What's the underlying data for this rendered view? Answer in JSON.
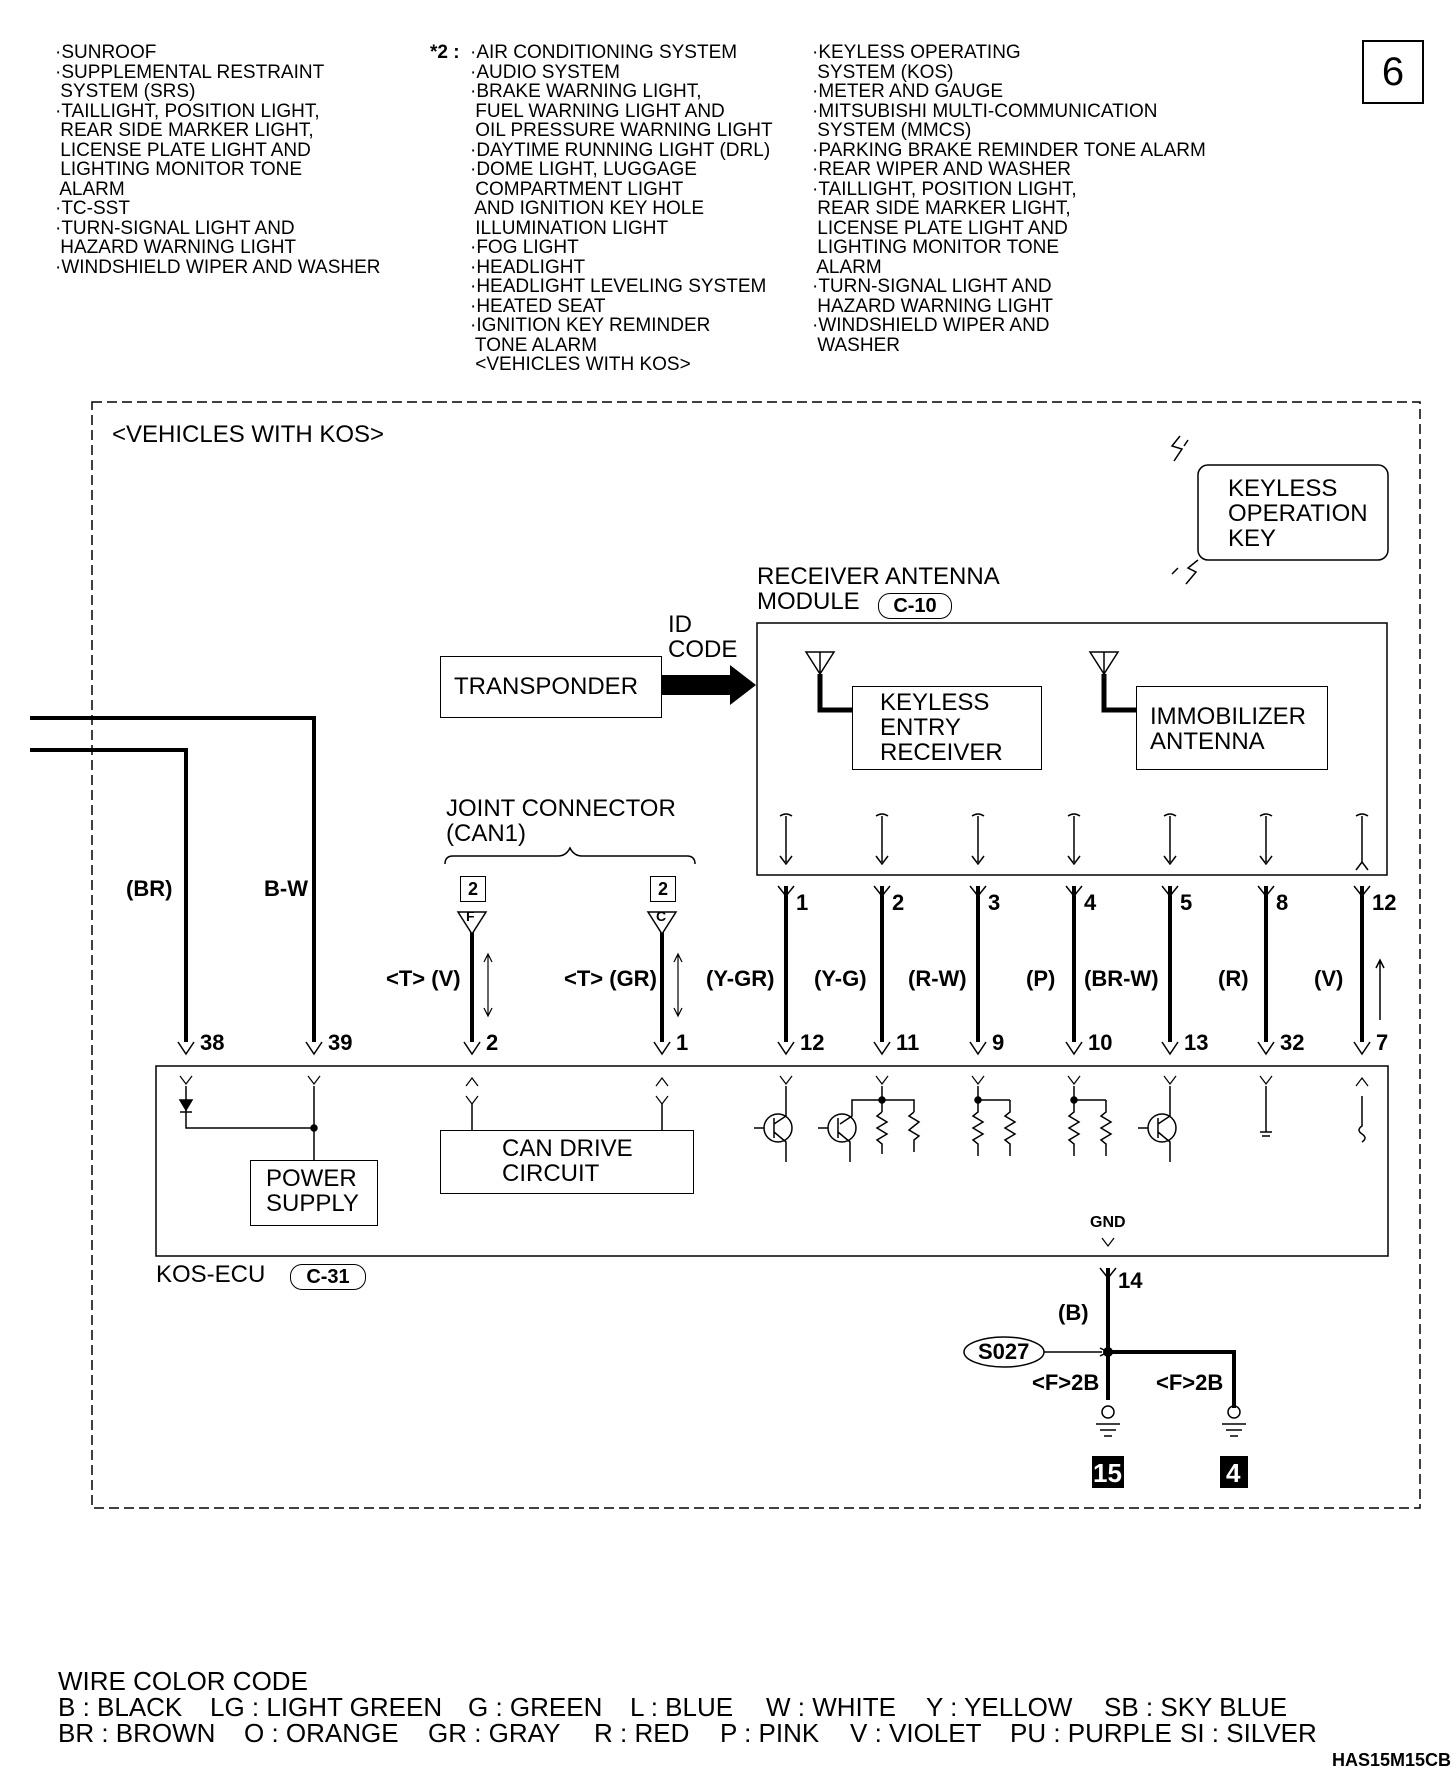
{
  "page_number": "6",
  "header": {
    "col1": [
      "·SUNROOF",
      "·SUPPLEMENTAL RESTRAINT",
      " SYSTEM (SRS)",
      "·TAILLIGHT, POSITION LIGHT,",
      " REAR SIDE MARKER LIGHT,",
      " LICENSE PLATE LIGHT AND",
      " LIGHTING MONITOR TONE",
      " ALARM",
      "·TC-SST",
      "·TURN-SIGNAL LIGHT AND",
      " HAZARD WARNING LIGHT",
      "·WINDSHIELD WIPER AND WASHER"
    ],
    "col2_marker": "*2 :",
    "col2": [
      "·AIR CONDITIONING SYSTEM",
      "·AUDIO SYSTEM",
      "·BRAKE WARNING LIGHT,",
      " FUEL WARNING LIGHT AND",
      " OIL PRESSURE WARNING LIGHT",
      "·DAYTIME RUNNING LIGHT (DRL)",
      "·DOME LIGHT, LUGGAGE",
      " COMPARTMENT LIGHT",
      " AND IGNITION KEY HOLE",
      " ILLUMINATION LIGHT",
      "·FOG LIGHT",
      "·HEADLIGHT",
      "·HEADLIGHT LEVELING SYSTEM",
      "·HEATED SEAT",
      "·IGNITION KEY REMINDER",
      " TONE ALARM",
      " <VEHICLES WITH KOS>"
    ],
    "col3": [
      "·KEYLESS OPERATING",
      " SYSTEM (KOS)",
      "·METER AND GAUGE",
      "·MITSUBISHI MULTI-COMMUNICATION",
      " SYSTEM (MMCS)",
      "·PARKING BRAKE REMINDER TONE ALARM",
      "·REAR WIPER AND WASHER",
      "·TAILLIGHT, POSITION LIGHT,",
      " REAR SIDE MARKER LIGHT,",
      " LICENSE PLATE LIGHT AND",
      " LIGHTING MONITOR TONE",
      " ALARM",
      "·TURN-SIGNAL LIGHT AND",
      " HAZARD WARNING LIGHT",
      "·WINDSHIELD WIPER AND",
      " WASHER"
    ]
  },
  "diagram": {
    "vehicle_label": "<VEHICLES WITH KOS>",
    "keyless_key": [
      "KEYLESS",
      "OPERATION",
      "KEY"
    ],
    "receiver_module": [
      "RECEIVER ANTENNA",
      "MODULE"
    ],
    "receiver_connector": "C-10",
    "id_code": [
      "ID",
      "CODE"
    ],
    "transponder": "TRANSPONDER",
    "keyless_entry_receiver": [
      "KEYLESS",
      "ENTRY",
      "RECEIVER"
    ],
    "immobilizer_antenna": [
      "IMMOBILIZER",
      "ANTENNA"
    ],
    "joint_connector": [
      "JOINT CONNECTOR",
      "(CAN1)"
    ],
    "joint_pins": [
      {
        "num": "2",
        "letter": "F",
        "wire": "<T> (V)",
        "ecu_pin": "2"
      },
      {
        "num": "2",
        "letter": "C",
        "wire": "<T> (GR)",
        "ecu_pin": "1"
      }
    ],
    "left_wires": [
      {
        "color": "(BR)",
        "ecu_pin": "38"
      },
      {
        "color": "B-W",
        "ecu_pin": "39"
      }
    ],
    "module_wires": [
      {
        "rx_pin": "1",
        "color": "(Y-GR)",
        "ecu_pin": "12"
      },
      {
        "rx_pin": "2",
        "color": "(Y-G)",
        "ecu_pin": "11"
      },
      {
        "rx_pin": "3",
        "color": "(R-W)",
        "ecu_pin": "9"
      },
      {
        "rx_pin": "4",
        "color": "(P)",
        "ecu_pin": "10"
      },
      {
        "rx_pin": "5",
        "color": "(BR-W)",
        "ecu_pin": "13"
      },
      {
        "rx_pin": "8",
        "color": "(R)",
        "ecu_pin": "32"
      },
      {
        "rx_pin": "12",
        "color": "(V)",
        "ecu_pin": "7"
      }
    ],
    "power_supply": [
      "POWER",
      "SUPPLY"
    ],
    "can_drive": [
      "CAN DRIVE",
      "CIRCUIT"
    ],
    "ecu_name": "KOS-ECU",
    "ecu_connector": "C-31",
    "gnd_label": "GND",
    "gnd_pin": "14",
    "gnd_wire": "(B)",
    "splice": "S027",
    "ground_branches": [
      "<F>2B",
      "<F>2B"
    ],
    "ground_points": [
      "15",
      "4"
    ]
  },
  "wire_color_code": {
    "title": "WIRE COLOR CODE",
    "row1": [
      "B : BLACK",
      "LG : LIGHT GREEN",
      "G : GREEN",
      "L : BLUE",
      "W : WHITE",
      "Y : YELLOW",
      "SB : SKY BLUE"
    ],
    "row2": [
      "BR : BROWN",
      "O : ORANGE",
      "GR : GRAY",
      "R : RED",
      "P : PINK",
      "V : VIOLET",
      "PU : PURPLE",
      "SI : SILVER"
    ]
  },
  "figure_code": "HAS15M15CB"
}
